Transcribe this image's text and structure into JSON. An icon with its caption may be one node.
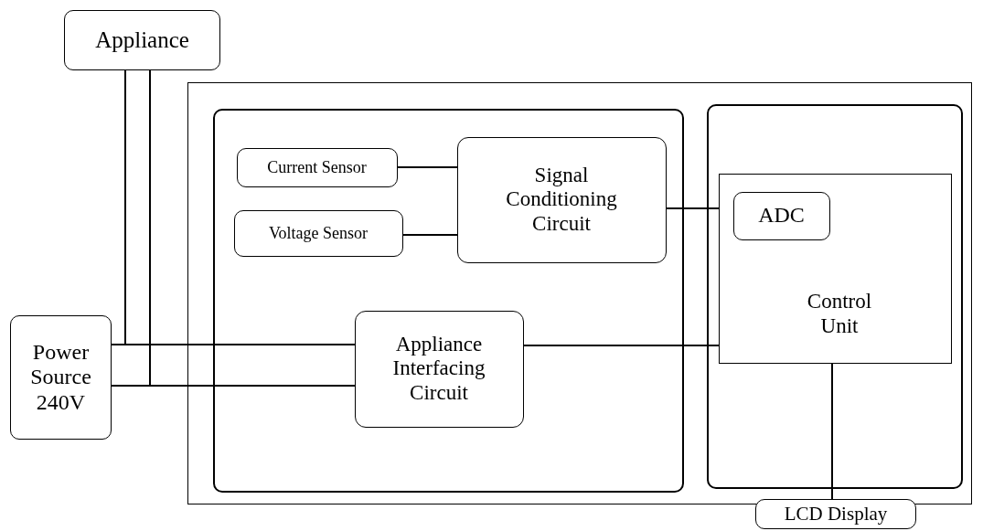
{
  "diagram": {
    "nodes": [
      {
        "text": [
          "Appliance"
        ]
      },
      {
        "text": [],
        "shape": "box"
      },
      {
        "text": [],
        "shape": "box",
        "in": 1
      },
      {
        "text": [
          "Current Sensor"
        ],
        "in": 2
      },
      {
        "text": [
          "Voltage Sensor"
        ],
        "in": 2
      },
      {
        "text": [
          "Signal Conditioning Circuit"
        ],
        "in": 2
      },
      {
        "text": [
          "Appliance Interfacing Circuit"
        ],
        "in": 2
      },
      {
        "text": [
          "Power Source 240V"
        ]
      },
      {
        "text": [],
        "shape": "box",
        "in": 1
      },
      {
        "text": [
          "Control Unit"
        ],
        "in": 8
      },
      {
        "text": [
          "ADC"
        ],
        "in": 9
      },
      {
        "text": [
          "LCD Display"
        ]
      }
    ],
    "edges": [
      {
        "from": 0,
        "to": 7,
        "arrow": "none"
      },
      {
        "from": 0,
        "to": 7,
        "arrow": "none"
      },
      {
        "from": 7,
        "to": 6,
        "arrow": "none"
      },
      {
        "from": 7,
        "to": 6,
        "arrow": "none"
      },
      {
        "from": 3,
        "to": 5,
        "arrow": "none"
      },
      {
        "from": 4,
        "to": 5,
        "arrow": "none"
      },
      {
        "from": 5,
        "to": 10,
        "arrow": "none"
      },
      {
        "from": 6,
        "to": 9,
        "arrow": "none"
      },
      {
        "from": 9,
        "to": 11,
        "arrow": "none"
      }
    ]
  }
}
